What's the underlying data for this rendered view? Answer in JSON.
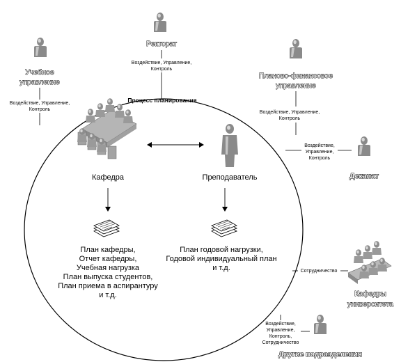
{
  "process": {
    "title": "Процесс планирования"
  },
  "department": {
    "label": "Кафедра",
    "documents": [
      "План кафедры,",
      "Отчет кафедры,",
      "Учебная нагрузка",
      "План выпуска студентов,",
      "План приема в аспирантуру",
      "и т.д."
    ]
  },
  "teacher": {
    "label": "Преподаватель",
    "documents": [
      "План годовой нагрузки,",
      "Годовой индивидуальный план",
      "и т.д."
    ]
  },
  "rectorate": {
    "label": "Ректорат",
    "relation": [
      "Воздействие, Управление,",
      "Контроль"
    ]
  },
  "academic_office": {
    "label": [
      "Учебное",
      "управление"
    ],
    "relation": [
      "Воздействие, Управление,",
      "Контроль"
    ]
  },
  "finance_office": {
    "label": [
      "Планово-финансовое",
      "управление"
    ],
    "relation": [
      "Воздействие, Управление,",
      "Контроль"
    ]
  },
  "deans_office": {
    "label": "Деканат",
    "relation": [
      "Воздействие,",
      "Управление,",
      "Контроль"
    ]
  },
  "university_departments": {
    "label": [
      "Кафедры",
      "университета"
    ],
    "relation": "Сотрудничество"
  },
  "other_units": {
    "label": "Другие подразделения",
    "relation": [
      "Воздействие,",
      "Управление,",
      "Контроль,",
      "Сотрудничество"
    ]
  }
}
